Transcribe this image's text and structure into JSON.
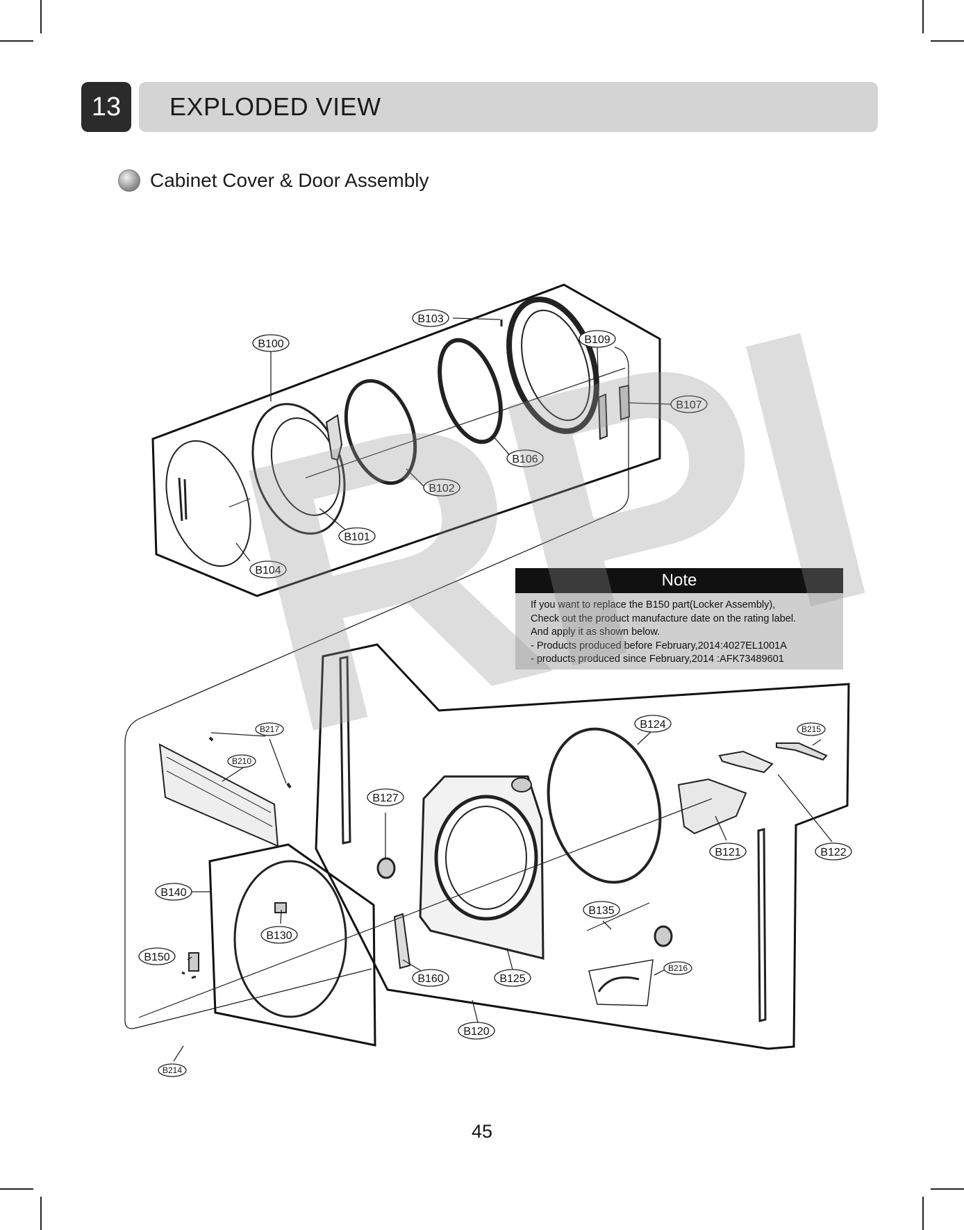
{
  "section": {
    "number": "13",
    "title": "EXPLODED VIEW"
  },
  "subtitle": "Cabinet Cover & Door Assembly",
  "callouts": [
    "B100",
    "B101",
    "B102",
    "B103",
    "B104",
    "B106",
    "B107",
    "B109",
    "B120",
    "B121",
    "B122",
    "B124",
    "B125",
    "B127",
    "B130",
    "B135",
    "B140",
    "B150",
    "B160",
    "B210",
    "B214",
    "B215",
    "B216",
    "B217"
  ],
  "note": {
    "heading": "Note",
    "lines": [
      "If you want to replace the B150 part(Locker Assembly),",
      "Check out the product manufacture date on the rating label.",
      "And apply it as shown below.",
      "- Products produced before February,2014:4027EL1001A",
      "- products produced since February,2014 :AFK73489601"
    ]
  },
  "watermark": "RPI",
  "page_number": "45"
}
